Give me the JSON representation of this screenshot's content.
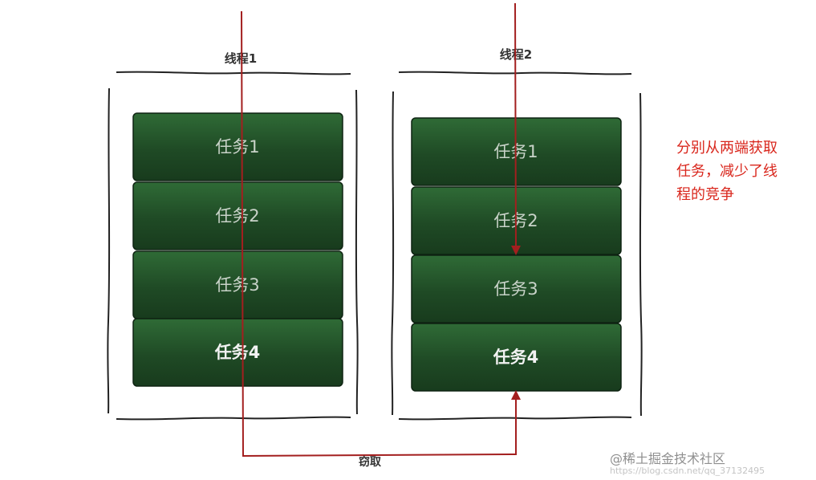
{
  "threads": [
    {
      "label": "线程1",
      "tasks": [
        "任务1",
        "任务2",
        "任务3",
        "任务4"
      ]
    },
    {
      "label": "线程2",
      "tasks": [
        "任务1",
        "任务2",
        "任务3",
        "任务4"
      ]
    }
  ],
  "steal_label": "窃取",
  "note_lines": [
    "分别从两端获取",
    "任务，减少了线",
    "程的竞争"
  ],
  "watermark": {
    "brand": "@稀土掘金技术社区",
    "url": "https://blog.csdn.net/qq_37132495"
  },
  "colors": {
    "task_fill": "#1f4a25",
    "arrow": "#a31f1f",
    "note": "#d9261c"
  }
}
